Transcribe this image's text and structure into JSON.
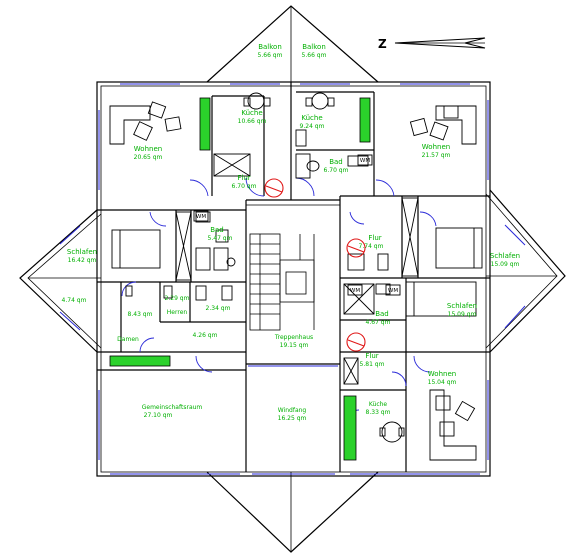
{
  "north_label": "Z",
  "colors": {
    "label": "#00b000",
    "window": "#2a2ad8",
    "wall": "#000000",
    "kitchen": "#2bd12b",
    "marker": "#e01818"
  },
  "rooms": [
    {
      "id": "balkon-left",
      "name": "Balkon",
      "area": "5.66 qm"
    },
    {
      "id": "balkon-right",
      "name": "Balkon",
      "area": "5.66 qm"
    },
    {
      "id": "kueche-nw",
      "name": "Küche",
      "area": "10.66 qm"
    },
    {
      "id": "kueche-ne",
      "name": "Küche",
      "area": "9.24 qm"
    },
    {
      "id": "wohnen-nw",
      "name": "Wohnen",
      "area": "20.65 qm"
    },
    {
      "id": "wohnen-ne",
      "name": "Wohnen",
      "area": "21.57 qm"
    },
    {
      "id": "bad-ne",
      "name": "Bad",
      "area": "6.70 qm"
    },
    {
      "id": "flur-nw",
      "name": "Flur",
      "area": "6.70 qm"
    },
    {
      "id": "bad-w",
      "name": "Bad",
      "area": "5.47 qm"
    },
    {
      "id": "flur-e",
      "name": "Flur",
      "area": "7.74 qm"
    },
    {
      "id": "schlafen-w",
      "name": "Schlafen",
      "area": "16.42 qm"
    },
    {
      "id": "schlafen-e",
      "name": "Schlafen",
      "area": "15.09 qm"
    },
    {
      "id": "schlafen-se",
      "name": "Schlafen",
      "area": "15.09 qm"
    },
    {
      "id": "raum-sw",
      "name": "",
      "area": "4.74 qm"
    },
    {
      "id": "raum-sw2",
      "name": "",
      "area": "8.43 qm"
    },
    {
      "id": "raum-sw3",
      "name": "",
      "area": "2.29 qm"
    },
    {
      "id": "herren",
      "name": "Herren",
      "area": ""
    },
    {
      "id": "raum-sw4",
      "name": "",
      "area": "2.34 qm"
    },
    {
      "id": "damen",
      "name": "Damen",
      "area": ""
    },
    {
      "id": "raum-sw5",
      "name": "",
      "area": "4.26 qm"
    },
    {
      "id": "treppenhaus",
      "name": "Treppenhaus",
      "area": "19.15 qm"
    },
    {
      "id": "bad-e",
      "name": "Bad",
      "area": "4.67 qm"
    },
    {
      "id": "flur-se",
      "name": "Flur",
      "area": "5.81 qm"
    },
    {
      "id": "wohnen-se",
      "name": "Wohnen",
      "area": "15.04 qm"
    },
    {
      "id": "gemeinschaftsraum",
      "name": "Gemeinschaftsraum",
      "area": "27.10 qm"
    },
    {
      "id": "windfang",
      "name": "Windfang",
      "area": "16.25 qm"
    },
    {
      "id": "kueche-se",
      "name": "Küche",
      "area": "8.33 qm"
    }
  ],
  "fixture_labels": {
    "wm_1": "WM",
    "wm_2": "WM",
    "wm_3": "WM",
    "wm_4": "WM"
  }
}
